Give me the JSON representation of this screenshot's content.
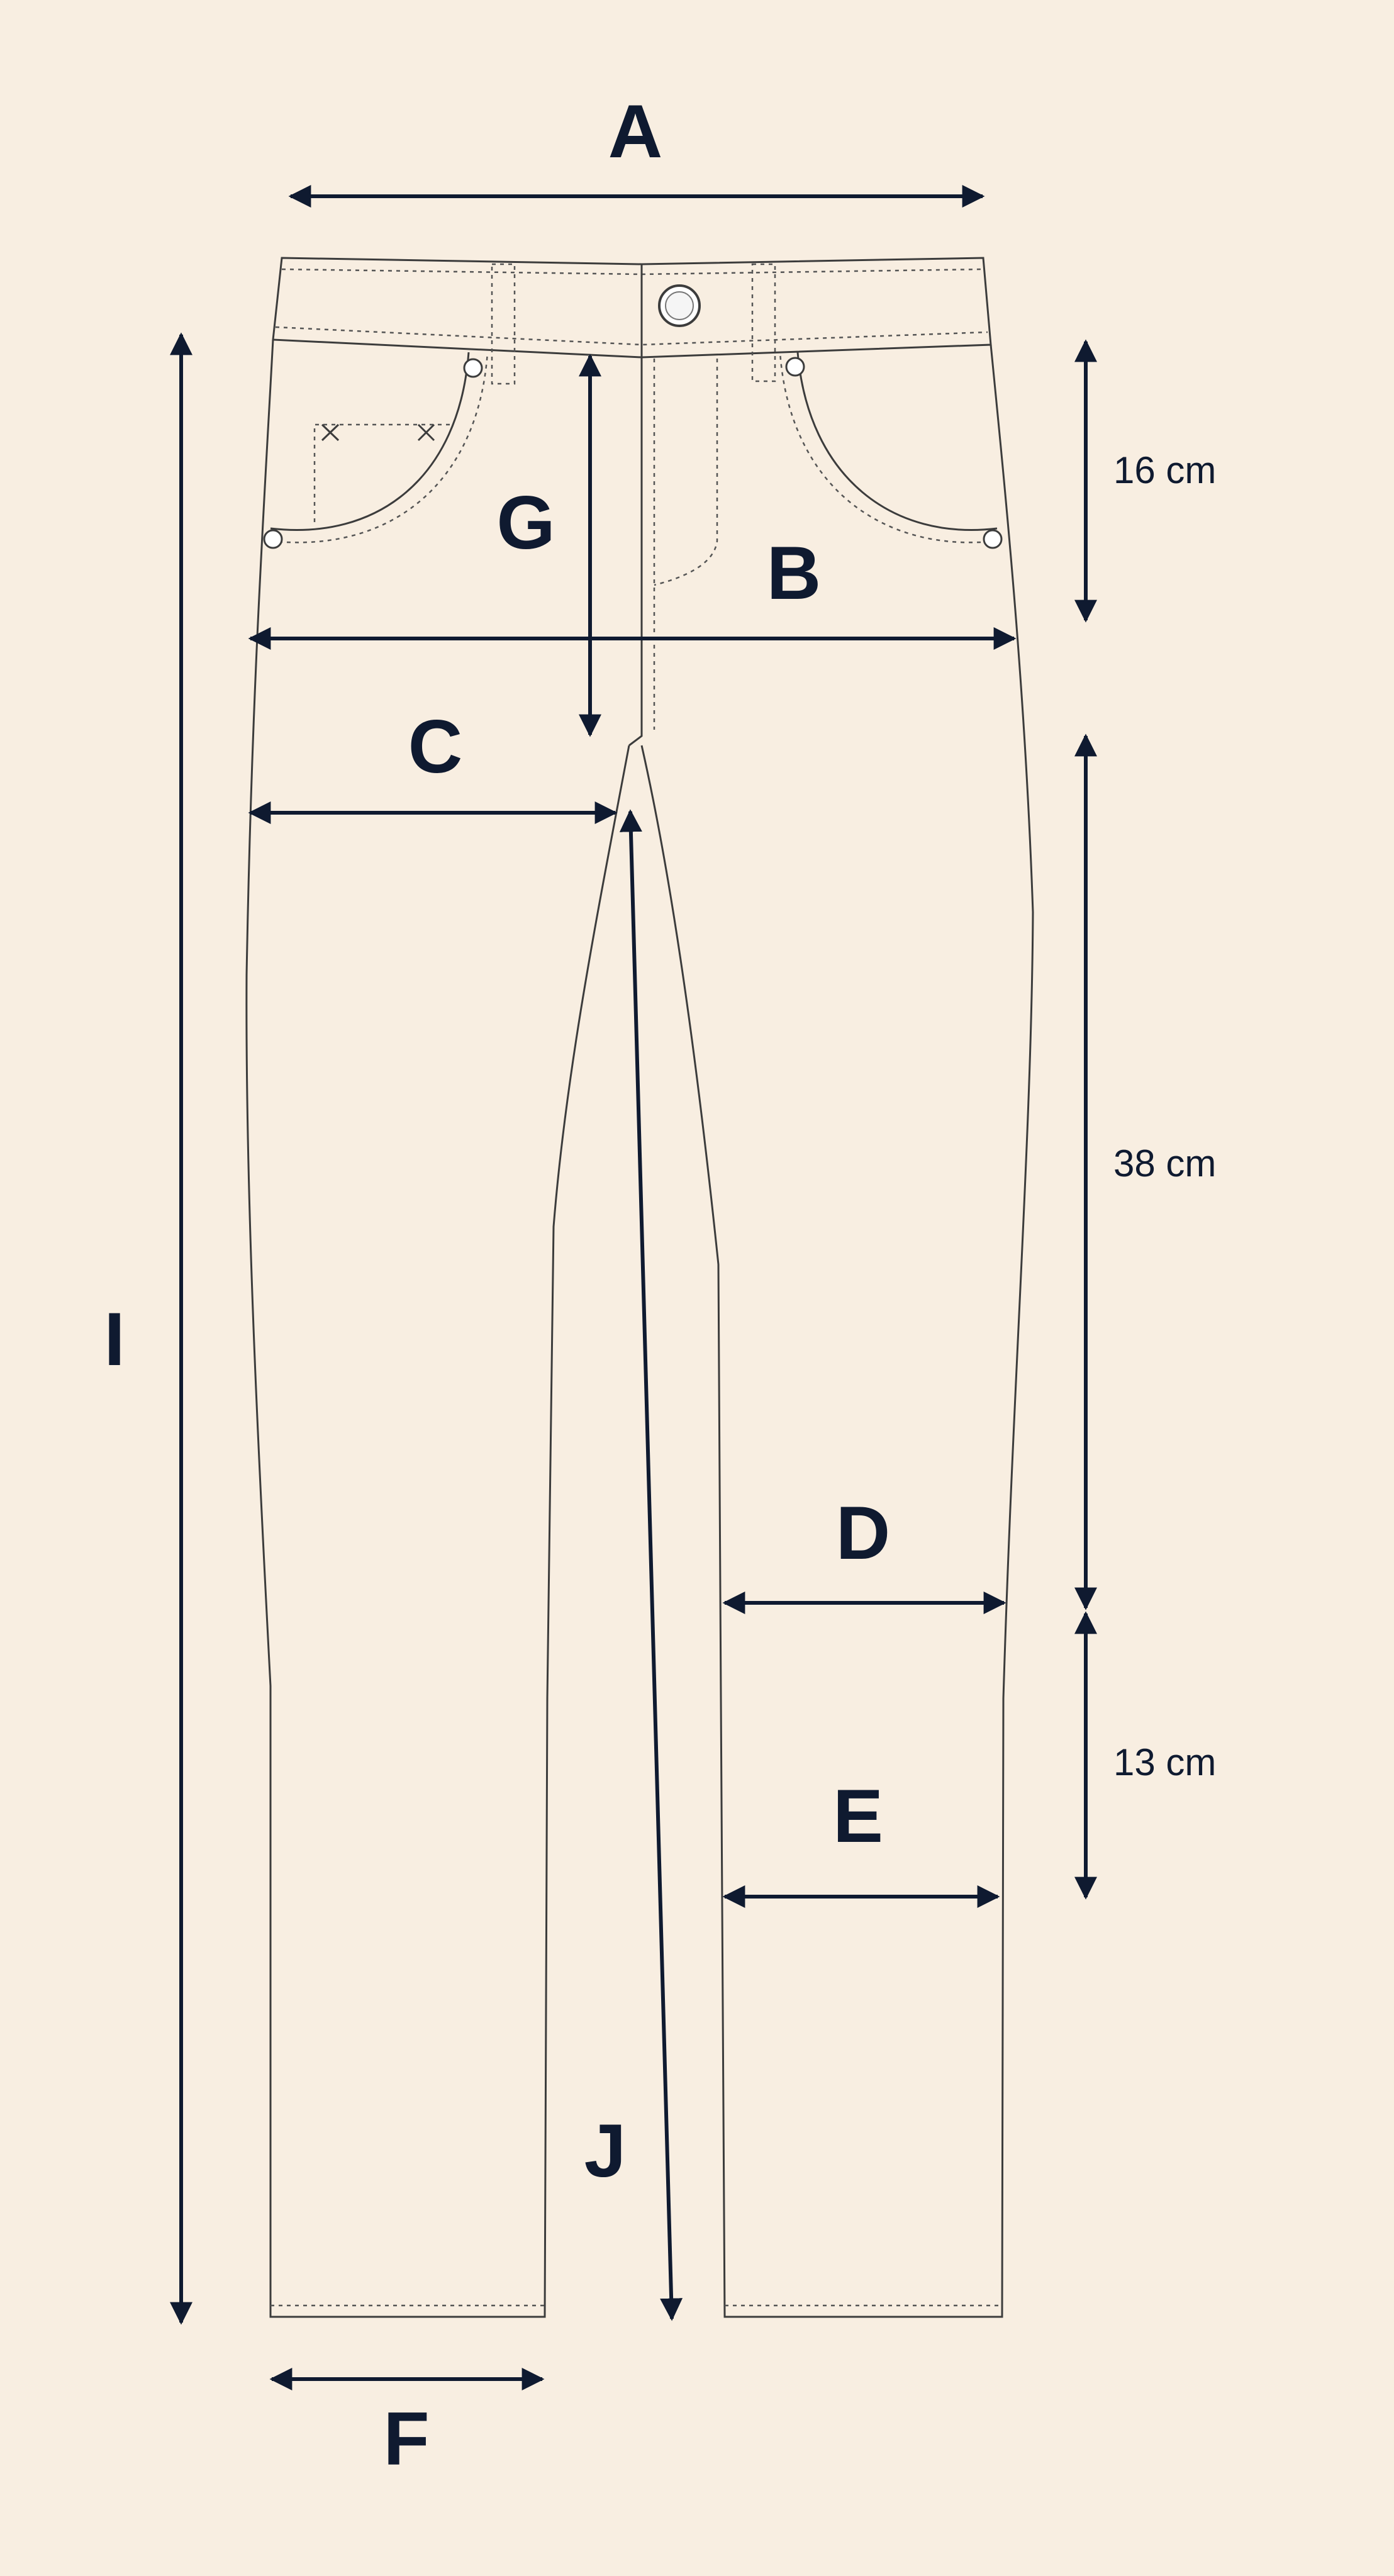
{
  "diagram": {
    "labels": {
      "A": "A",
      "B": "B",
      "C": "C",
      "D": "D",
      "E": "E",
      "F": "F",
      "G": "G",
      "I": "I",
      "J": "J"
    },
    "measurements": {
      "rise_right": "16 cm",
      "inseam_upper": "38 cm",
      "knee_to_calf": "13 cm"
    },
    "colors": {
      "background": "#f8eee1",
      "ink": "#0f1a30",
      "outline": "#3c3c3c"
    }
  }
}
